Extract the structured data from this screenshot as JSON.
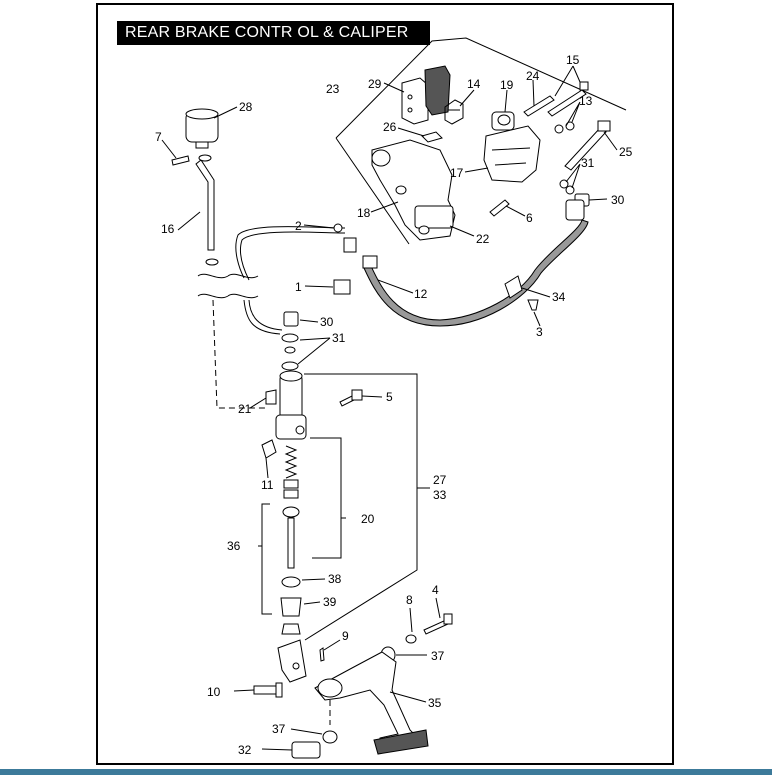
{
  "title": "REAR BRAKE CONTR OL & CALIPER",
  "callouts": [
    {
      "id": "c28",
      "text": "28"
    },
    {
      "id": "c7",
      "text": "7"
    },
    {
      "id": "c16",
      "text": "16"
    },
    {
      "id": "c23",
      "text": "23"
    },
    {
      "id": "c29",
      "text": "29"
    },
    {
      "id": "c14",
      "text": "14"
    },
    {
      "id": "c19",
      "text": "19"
    },
    {
      "id": "c24",
      "text": "24"
    },
    {
      "id": "c15",
      "text": "15"
    },
    {
      "id": "c13",
      "text": "13"
    },
    {
      "id": "c26",
      "text": "26"
    },
    {
      "id": "c25",
      "text": "25"
    },
    {
      "id": "c17",
      "text": "17"
    },
    {
      "id": "c31a",
      "text": "31"
    },
    {
      "id": "c30a",
      "text": "30"
    },
    {
      "id": "c18",
      "text": "18"
    },
    {
      "id": "c6",
      "text": "6"
    },
    {
      "id": "c22",
      "text": "22"
    },
    {
      "id": "c2",
      "text": "2"
    },
    {
      "id": "c1",
      "text": "1"
    },
    {
      "id": "c12",
      "text": "12"
    },
    {
      "id": "c34",
      "text": "34"
    },
    {
      "id": "c3",
      "text": "3"
    },
    {
      "id": "c30b",
      "text": "30"
    },
    {
      "id": "c31b",
      "text": "31"
    },
    {
      "id": "c21",
      "text": "21"
    },
    {
      "id": "c5",
      "text": "5"
    },
    {
      "id": "c11",
      "text": "11"
    },
    {
      "id": "c27",
      "text": "27"
    },
    {
      "id": "c33",
      "text": "33"
    },
    {
      "id": "c20",
      "text": "20"
    },
    {
      "id": "c36",
      "text": "36"
    },
    {
      "id": "c38",
      "text": "38"
    },
    {
      "id": "c39",
      "text": "39"
    },
    {
      "id": "c8",
      "text": "8"
    },
    {
      "id": "c4",
      "text": "4"
    },
    {
      "id": "c9",
      "text": "9"
    },
    {
      "id": "c37a",
      "text": "37"
    },
    {
      "id": "c10",
      "text": "10"
    },
    {
      "id": "c35",
      "text": "35"
    },
    {
      "id": "c37b",
      "text": "37"
    },
    {
      "id": "c32",
      "text": "32"
    }
  ]
}
